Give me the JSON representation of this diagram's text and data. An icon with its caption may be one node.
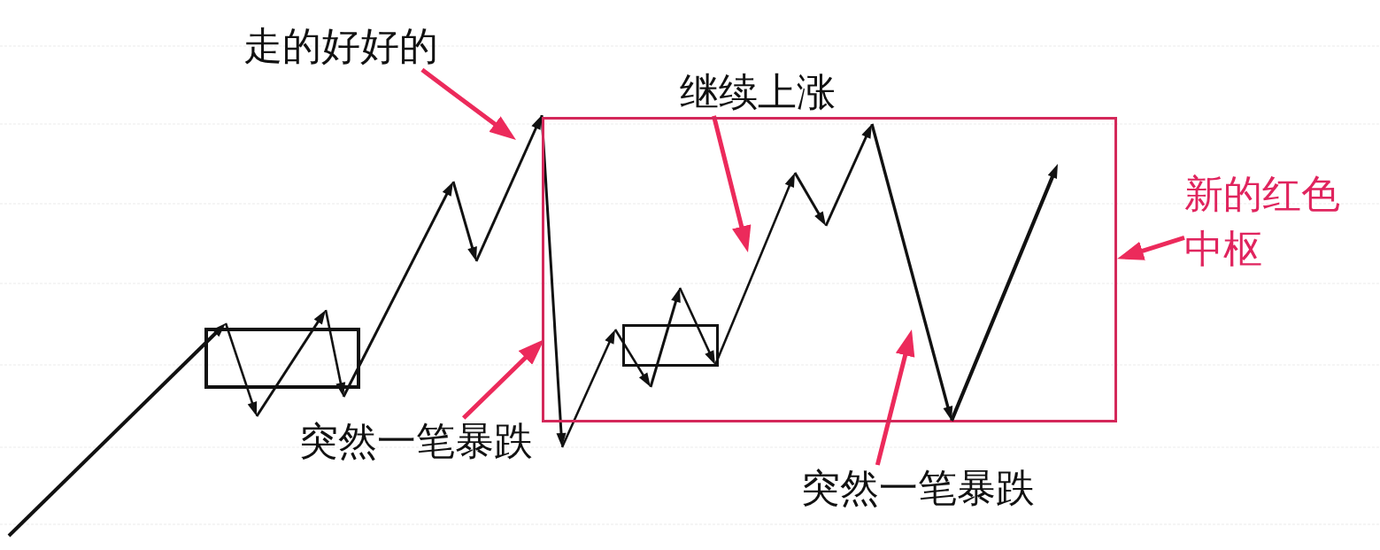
{
  "diagram": {
    "nodes": [
      {
        "text": [
          "走的好好的"
        ]
      },
      {
        "text": [
          "继续上涨"
        ]
      },
      {
        "text": [],
        "shape": "box"
      },
      {
        "text": [
          "新的红色中枢"
        ]
      },
      {
        "text": [],
        "shape": "box"
      },
      {
        "text": [],
        "shape": "box",
        "in": 2
      },
      {
        "text": [],
        "shape": "arrow"
      },
      {
        "text": [],
        "shape": "arrow"
      },
      {
        "text": [],
        "shape": "arrow"
      },
      {
        "text": [],
        "shape": "arrow"
      },
      {
        "text": [],
        "shape": "arrow"
      },
      {
        "text": [],
        "shape": "arrow"
      },
      {
        "text": [],
        "shape": "arrow"
      },
      {
        "text": [],
        "shape": "arrow"
      },
      {
        "text": [],
        "shape": "arrow"
      },
      {
        "text": [],
        "shape": "arrow",
        "in": 2
      },
      {
        "text": [],
        "shape": "arrow",
        "in": 2
      },
      {
        "text": [],
        "shape": "arrow",
        "in": 2
      },
      {
        "text": [],
        "shape": "arrow",
        "in": 2
      },
      {
        "text": [],
        "shape": "arrow",
        "in": 2
      },
      {
        "text": [],
        "shape": "arrow",
        "in": 2
      },
      {
        "text": [],
        "shape": "arrow",
        "in": 2
      },
      {
        "text": [],
        "shape": "arrow",
        "in": 2
      },
      {
        "text": [
          "突然一笔暴跌"
        ]
      },
      {
        "text": [
          "突然一笔暴跌"
        ]
      }
    ],
    "edges": [
      {
        "from": 0,
        "to": 12,
        "arrow": "to"
      },
      {
        "from": 1,
        "to": 18,
        "arrow": "to"
      },
      {
        "from": 3,
        "to": 2,
        "arrow": "to"
      },
      {
        "from": 23,
        "to": 13,
        "arrow": "to"
      },
      {
        "from": 24,
        "to": 21,
        "arrow": "to"
      }
    ]
  }
}
